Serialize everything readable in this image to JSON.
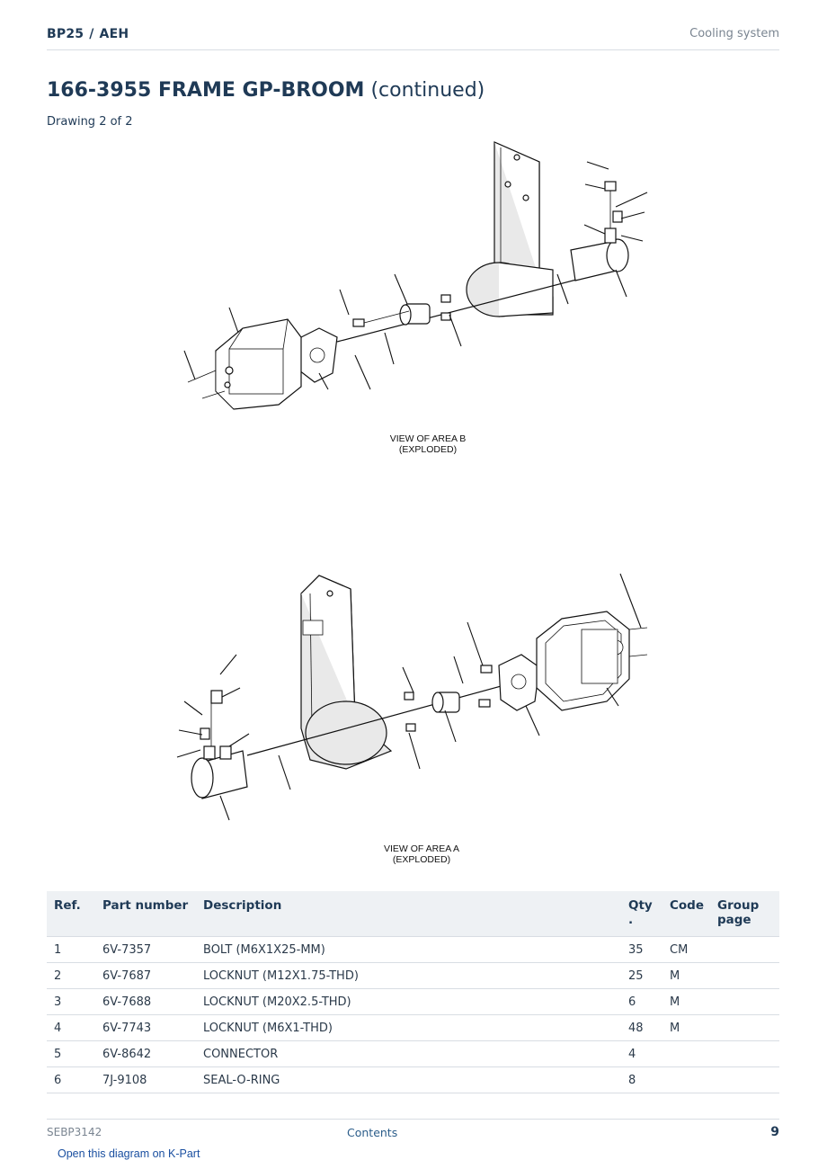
{
  "header": {
    "model": "BP25",
    "separator": "/",
    "series": "AEH",
    "section": "Cooling system"
  },
  "title": {
    "main": "166-3955 FRAME GP-BROOM",
    "suffix": "(continued)"
  },
  "subtitle": "Drawing 2 of 2",
  "drawings": [
    {
      "caption_line1": "VIEW OF AREA B",
      "caption_line2": "(EXPLODED)"
    },
    {
      "caption_line1": "VIEW OF AREA A",
      "caption_line2": "(EXPLODED)"
    }
  ],
  "table": {
    "headers": {
      "ref": "Ref.",
      "part_number": "Part number",
      "description": "Description",
      "qty": "Qty .",
      "code": "Code",
      "group_page": "Group page"
    },
    "rows": [
      {
        "ref": "1",
        "part_number": "6V-7357",
        "description": "BOLT (M6X1X25-MM)",
        "qty": "35",
        "code": "CM",
        "group_page": ""
      },
      {
        "ref": "2",
        "part_number": "6V-7687",
        "description": "LOCKNUT (M12X1.75-THD)",
        "qty": "25",
        "code": "M",
        "group_page": ""
      },
      {
        "ref": "3",
        "part_number": "6V-7688",
        "description": "LOCKNUT (M20X2.5-THD)",
        "qty": "6",
        "code": "M",
        "group_page": ""
      },
      {
        "ref": "4",
        "part_number": "6V-7743",
        "description": "LOCKNUT (M6X1-THD)",
        "qty": "48",
        "code": "M",
        "group_page": ""
      },
      {
        "ref": "5",
        "part_number": "6V-8642",
        "description": "CONNECTOR",
        "qty": "4",
        "code": "",
        "group_page": ""
      },
      {
        "ref": "6",
        "part_number": "7J-9108",
        "description": "SEAL-O-RING",
        "qty": "8",
        "code": "",
        "group_page": ""
      }
    ]
  },
  "footer": {
    "doc_id": "SEBP3142",
    "contents_link": "Contents",
    "page_number": "9",
    "kpart_link": "Open this diagram on K-Part"
  }
}
